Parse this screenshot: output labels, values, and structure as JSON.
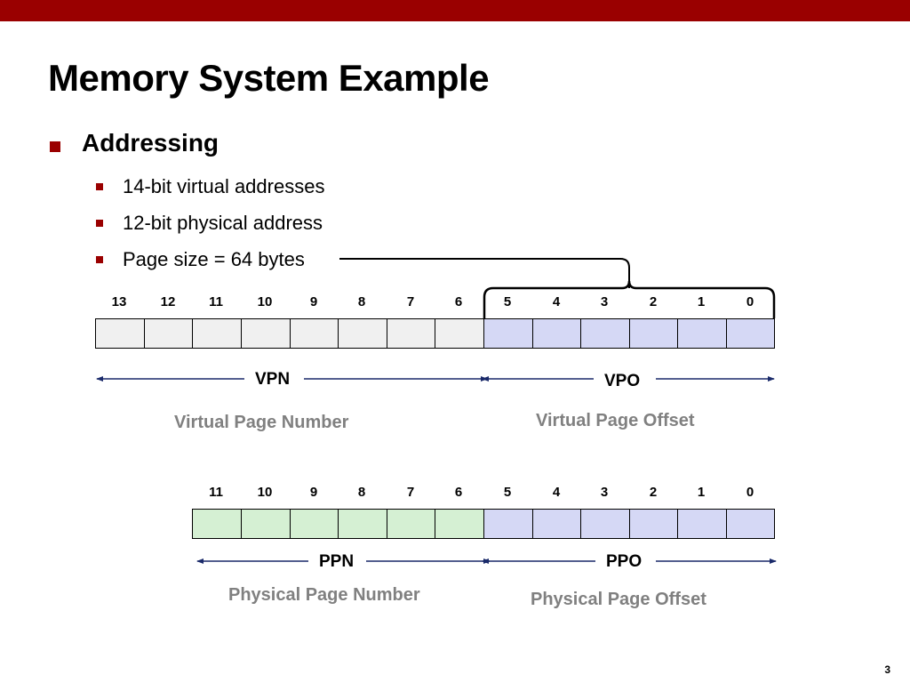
{
  "title": "Memory System Example",
  "bullet": "Addressing",
  "sub_bullets": [
    "14-bit virtual addresses",
    "12-bit physical address",
    "Page size = 64 bytes"
  ],
  "virtual": {
    "bits": [
      "13",
      "12",
      "11",
      "10",
      "9",
      "8",
      "7",
      "6",
      "5",
      "4",
      "3",
      "2",
      "1",
      "0"
    ],
    "vpn_label": "VPN",
    "vpo_label": "VPO",
    "vpn_desc": "Virtual Page Number",
    "vpo_desc": "Virtual Page Offset"
  },
  "physical": {
    "bits": [
      "11",
      "10",
      "9",
      "8",
      "7",
      "6",
      "5",
      "4",
      "3",
      "2",
      "1",
      "0"
    ],
    "ppn_label": "PPN",
    "ppo_label": "PPO",
    "ppn_desc": "Physical Page Number",
    "ppo_desc": "Physical Page Offset"
  },
  "colors": {
    "accent": "#9a0000",
    "vpn_cell": "#f0f0f0",
    "offset_cell": "#d5d8f5",
    "ppn_cell": "#d5f0d3",
    "arrow": "#1a2a6a"
  },
  "page_number": "3"
}
